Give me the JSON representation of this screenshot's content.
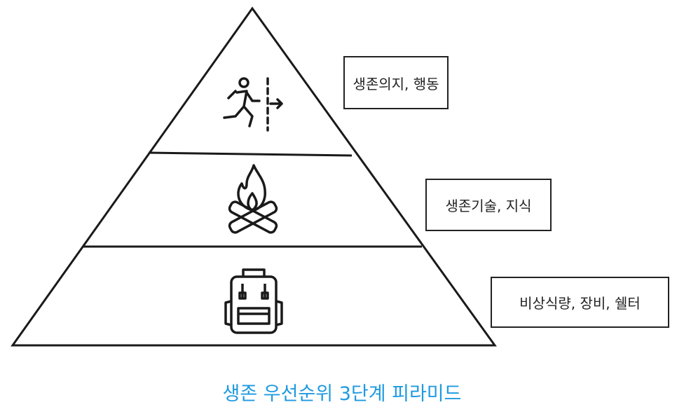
{
  "levels": [
    {
      "label": "생존의지, 행동",
      "icon": "running-exit-icon"
    },
    {
      "label": "생존기술, 지식",
      "icon": "campfire-icon"
    },
    {
      "label": "비상식량, 장비, 쉘터",
      "icon": "backpack-icon"
    }
  ],
  "caption": "생존 우선순위 3단계 피라미드",
  "colors": {
    "caption": "#1e9ae0",
    "line": "#1a1a1a"
  }
}
